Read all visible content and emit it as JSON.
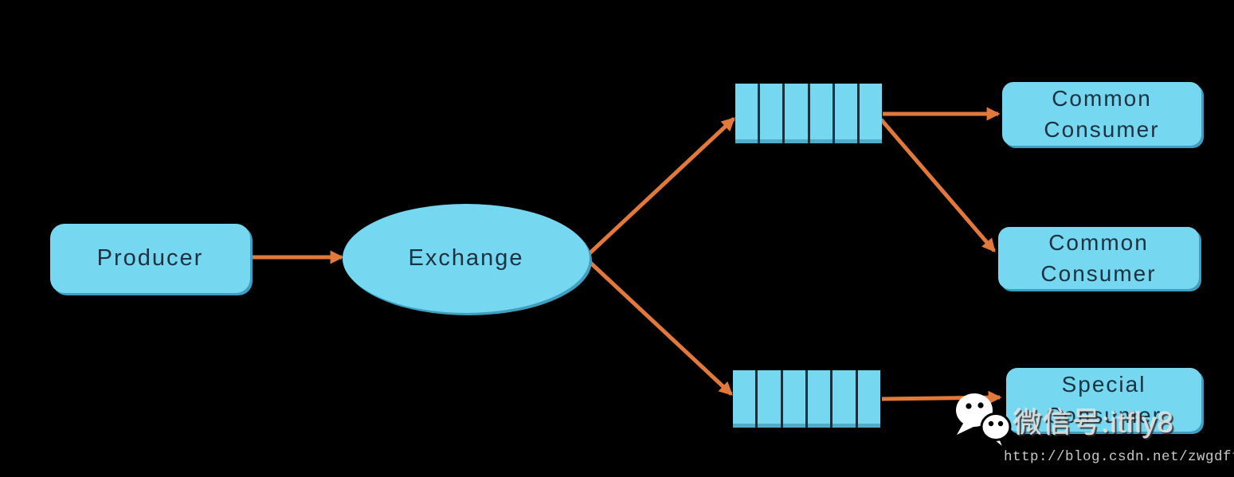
{
  "colors": {
    "background": "#000000",
    "node_fill": "#76D7F0",
    "node_edge": "#3E9FC0",
    "node_text": "#1B3240",
    "arrow": "#E2793B",
    "queue_divider": "#14323F",
    "watermark_text": "#D9D9D9",
    "url_text": "#C8C8C8",
    "wechat_white": "#FFFFFF"
  },
  "nodes": {
    "producer": {
      "label": "Producer"
    },
    "exchange": {
      "label": "Exchange"
    },
    "consumer_top": {
      "line1": "Common",
      "line2": "Consumer"
    },
    "consumer_mid": {
      "line1": "Common",
      "line2": "Consumer"
    },
    "consumer_special": {
      "line1": "Special",
      "line2": "Consumer"
    }
  },
  "queues": {
    "cells": 6
  },
  "watermark": {
    "wechat_icon": "wechat-icon",
    "wechat_label": "微信号:itfly8",
    "url": "http://blog.csdn.net/zwgdft"
  }
}
